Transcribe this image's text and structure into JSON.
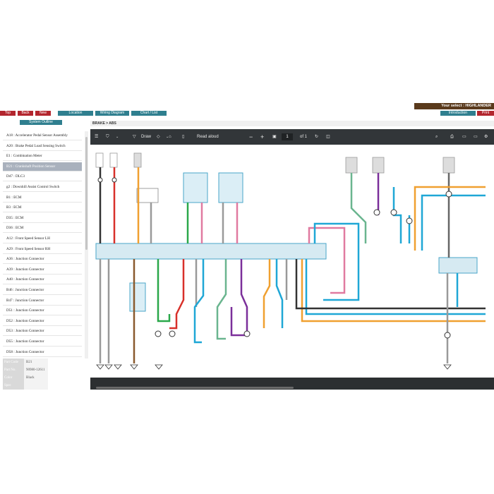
{
  "nav": {
    "top": "Top",
    "back": "Back",
    "new": "New",
    "location": "Location",
    "wiring": "Wiring Diagram",
    "chart": "Chart / List",
    "intro": "Introduction",
    "print": "Print"
  },
  "vehicle": "Your select : HIGHLANDER",
  "sidebar": {
    "title": "System Outline",
    "items": [
      "A18 : Accelerator Pedal Sensor Assembly",
      "A20 : Brake Pedal Load Sensing Switch",
      "E1 : Combination Meter",
      "B21 : Crankshaft Position Sensor",
      "D47 : DLC3",
      "g2 : Downhill Assist Control Switch",
      "B1 : ECM",
      "B3 : ECM",
      "D35 : ECM",
      "D36 : ECM",
      "A12 : Front Speed Sensor LH",
      "A29 : Front Speed Sensor RH",
      "A36 : Junction Connector",
      "A39 : Junction Connector",
      "A40 : Junction Connector",
      "B46 : Junction Connector",
      "B47 : Junction Connector",
      "D51 : Junction Connector",
      "D52 : Junction Connector",
      "D53 : Junction Connector",
      "D55 : Junction Connector",
      "D58 : Junction Connector"
    ],
    "selected": 3
  },
  "part_info": {
    "code_label": "Part Code",
    "code": "B21",
    "no_label": "Part No.",
    "no": "90980-12611",
    "color_label": "Color",
    "color": "Black",
    "spec_label": "Spec",
    "spec": ""
  },
  "breadcrumb": "BRAKE > ABS",
  "viewer": {
    "draw": "Draw",
    "read_aloud": "Read aloud",
    "page": "1",
    "of": "of 1",
    "minus": "−",
    "plus": "+"
  },
  "colors": {
    "nav_red": "#b3262e",
    "nav_teal": "#2f7f8f",
    "toolbar": "#323639",
    "wire_blue": "#1fa7d6",
    "wire_orange": "#f0a030",
    "wire_green": "#2aa84a",
    "wire_red": "#d8302a",
    "wire_purple": "#7b2f9a",
    "wire_pink": "#e07aa0"
  }
}
